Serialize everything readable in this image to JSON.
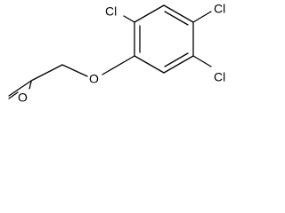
{
  "molecule": {
    "atoms": {
      "cl_top": "Cl",
      "cl_right_top": "Cl",
      "cl_right_bottom": "Cl",
      "ether_o": "O",
      "epoxide_o": "O"
    },
    "colors": {
      "bond": "#000000",
      "label": "#000000",
      "background": "#ffffff"
    }
  }
}
